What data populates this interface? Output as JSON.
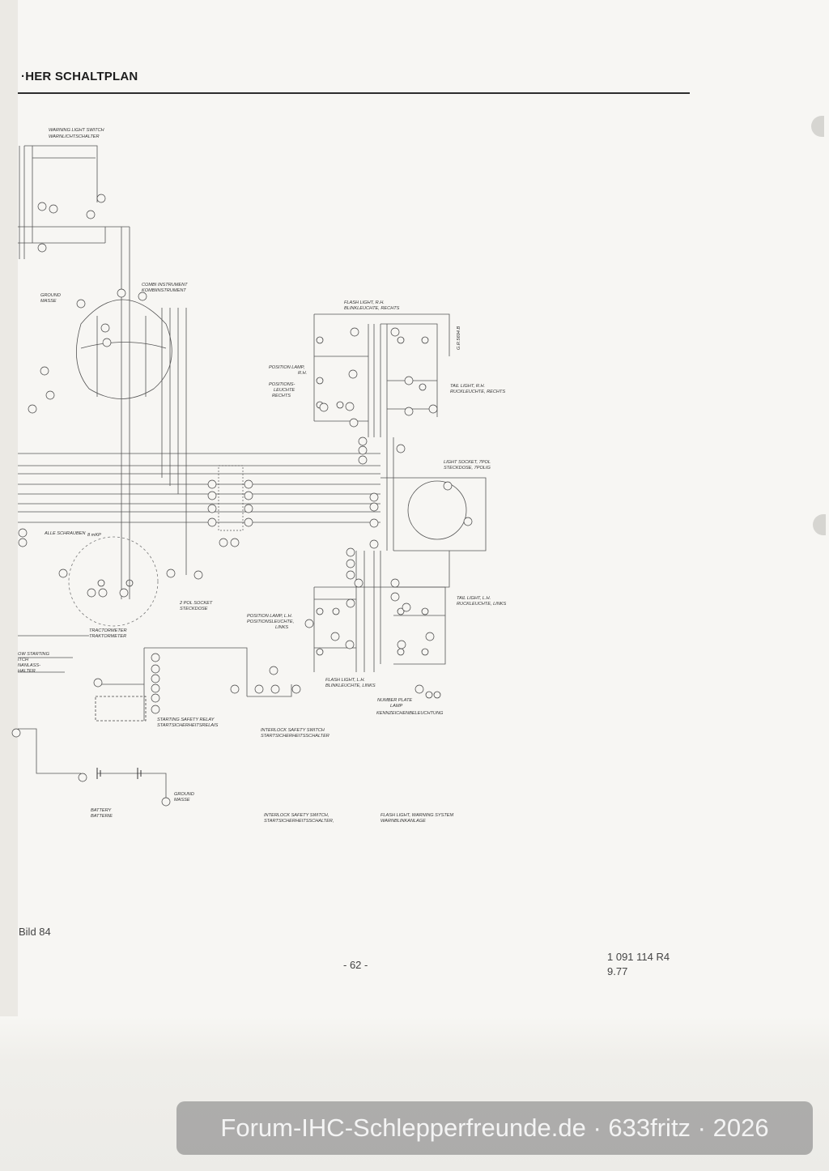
{
  "header": {
    "title": "·HER SCHALTPLAN"
  },
  "labels": {
    "warning_light_switch": [
      "WARNING LIGHT SWITCH",
      "WARNLICHTSCHALTER"
    ],
    "combi_instrument": [
      "COMBI INSTRUMENT",
      "KOMBIINSTRUMENT"
    ],
    "ground_top": [
      "GROUND",
      "MASSE"
    ],
    "flash_light_rh": [
      "FLASH LIGHT, R.H.",
      "BLINKLEUCHTE, RECHTS"
    ],
    "part_number_vertical": "G.R.5694.B",
    "position_lamp_rh": [
      "POSITION LAMP,",
      "R.H.",
      "POSITIONS-",
      "LEUCHTE",
      "RECHTS"
    ],
    "tail_light_rh": [
      "TAIL LIGHT, R.H.",
      "RUCKLEUCHTE, RECHTS"
    ],
    "light_socket": [
      "LIGHT SOCKET, 7POL",
      "STECKDOSE, 7POLIG"
    ],
    "alle_schrauben": [
      "ALLE SCHRAUBEN",
      "8 mKP"
    ],
    "socket_2pol": [
      "2 POL SOCKET",
      "STECKDOSE"
    ],
    "tractormeter": [
      "TRACTORMETER",
      "TRAKTORMETER"
    ],
    "tail_light_lh": [
      "TAIL LIGHT, L.H.",
      "RUCKLEUCHTE, LINKS"
    ],
    "position_lamp_lh": [
      "POSITION LAMP, L.H.",
      "POSITIONSLEUCHTE,",
      "LINKS"
    ],
    "starting_switch": [
      "OW STARTING",
      "ITCH",
      "NANLASS-",
      "HALTER"
    ],
    "flash_light_lh": [
      "FLASH LIGHT, L.H.",
      "BLINKLEUCHTE, LINKS"
    ],
    "number_plate_lamp": [
      "NUMBER PLATE",
      "LAMP",
      "KENNZEICHENBELEUCHTUNG"
    ],
    "starting_safety_relay": [
      "STARTING SAFETY RELAY",
      "STARTSICHERHEITSRELAIS"
    ],
    "interlock_safety_switch": [
      "INTERLOCK SAFETY SWITCH",
      "STARTSICHERHEITSSCHALTER"
    ],
    "ground_bottom": [
      "GROUND",
      "MASSE"
    ],
    "battery": [
      "BATTERY",
      "BATTERIE"
    ],
    "interlock_footer": [
      "INTERLOCK SAFETY SWITCH,",
      "STARTSICHERHEITSSCHALTER,"
    ],
    "flash_warning_footer": [
      "FLASH LIGHT, WARNING SYSTEM",
      "WARNBLINKANLAGE"
    ]
  },
  "footer": {
    "figure_label": "Bild 84",
    "page_number": "- 62 -",
    "doc_number": "1 091 114 R4",
    "date": "9.77"
  },
  "watermark": "Forum-IHC-Schlepperfreunde.de · 633fritz · 2026"
}
